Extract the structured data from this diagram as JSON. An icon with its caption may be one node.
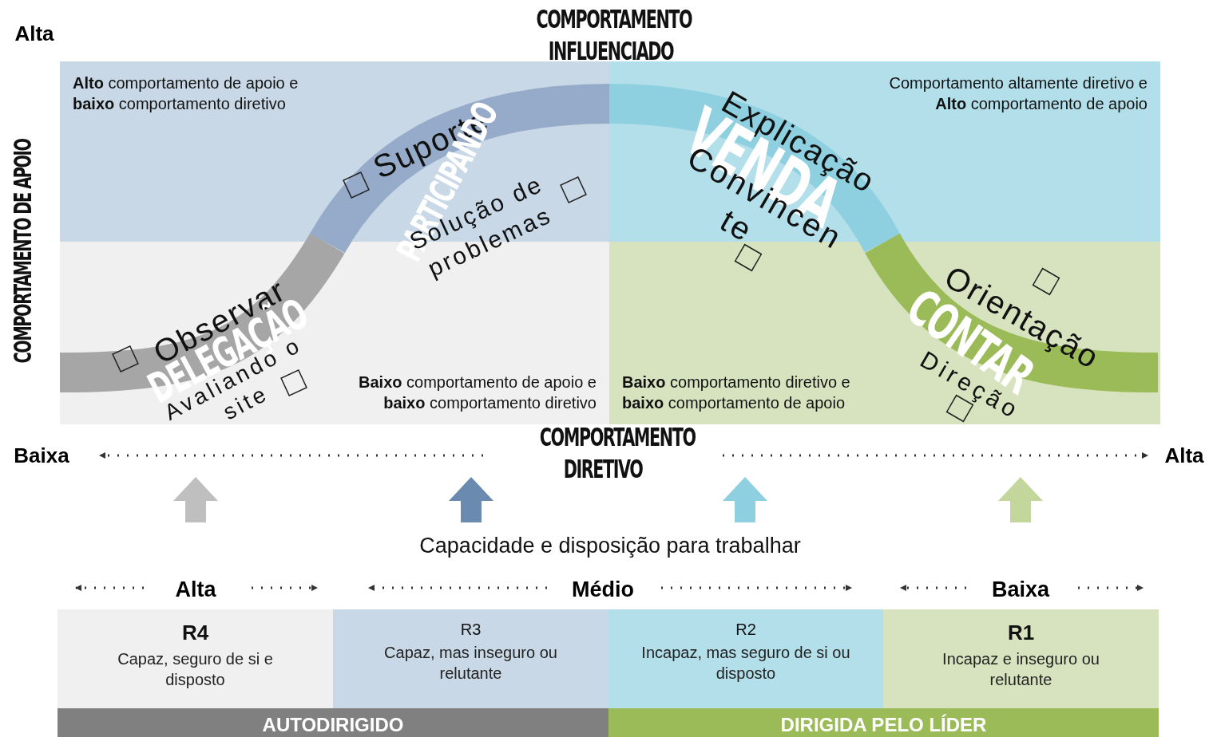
{
  "diagram": {
    "nodes": [
      {
        "text": [
          "**Alto** comportamento de apoio e **baixo** comportamento diretivo"
        ]
      },
      {
        "text": [
          "Comportamento altamente diretivo e **Alto** comportamento de apoio"
        ]
      },
      {
        "text": [
          "**Baixo** comportamento de apoio e **baixo** comportamento diretivo"
        ]
      },
      {
        "text": [
          "**Baixo** comportamento diretivo e **baixo** comportamento de apoio"
        ]
      },
      {
        "text": [
          "R4",
          "Capaz, seguro de si e disposto"
        ]
      },
      {
        "text": [
          "R3",
          "Capaz, mas inseguro ou relutante"
        ]
      },
      {
        "text": [
          "R2",
          "Incapaz, mas seguro de si ou disposto"
        ]
      },
      {
        "text": [
          "R1",
          "Incapaz e inseguro ou relutante"
        ]
      },
      {
        "text": [
          "AUTODIRIGIDO"
        ]
      },
      {
        "text": [
          "DIRIGIDA PELO LÍDER"
        ]
      }
    ],
    "labels": [
      "COMPORTAMENTO INFLUENCIADO",
      "Alta",
      "COMPORTAMENTO DE APOIO",
      "Suporte",
      "PARTICIPANDO",
      "Solução de problemas",
      "Explicação",
      "VENDA",
      "Convincen te",
      "Orientação",
      "CONTAR",
      "Direção",
      "Observar",
      "DELEGAÇÃO",
      "Avaliando o site",
      "Baixa",
      "COMPORTAMENTO DIRETIVO",
      "Alta",
      "Capacidade e disposição para trabalhar",
      "Alta",
      "Médio",
      "Baixa"
    ]
  }
}
